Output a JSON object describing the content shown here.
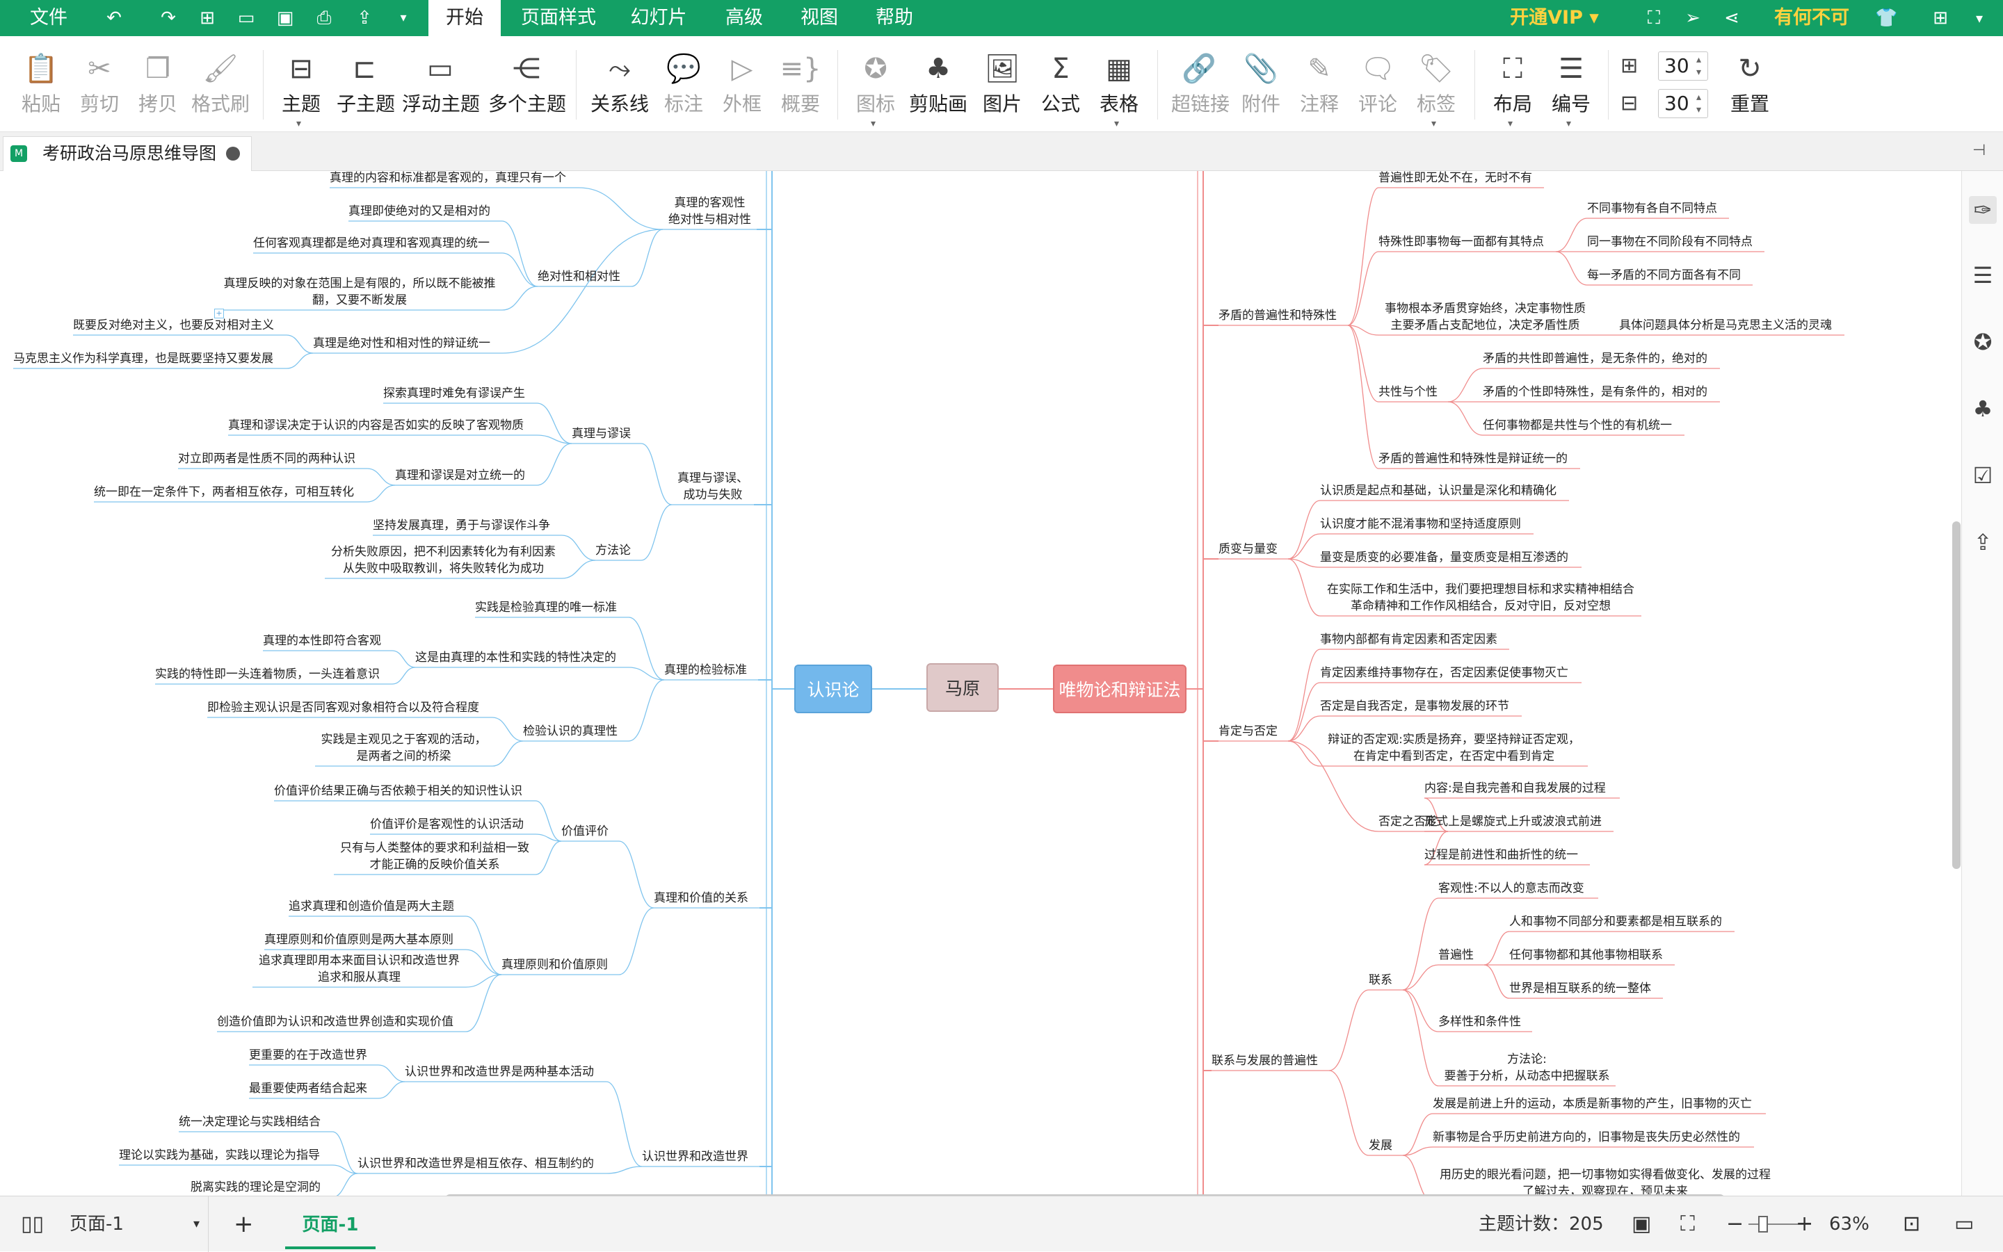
{
  "menu": {
    "file": "文件",
    "tabs": [
      "开始",
      "页面样式",
      "幻灯片",
      "高级",
      "视图",
      "帮助"
    ],
    "vip": "开通VIP",
    "user": "有何不可"
  },
  "ribbon": {
    "clipboard": [
      "粘贴",
      "剪切",
      "拷贝",
      "格式刷"
    ],
    "topics": [
      "主题",
      "子主题",
      "浮动主题",
      "多个主题"
    ],
    "relations": [
      "关系线",
      "标注",
      "外框",
      "概要"
    ],
    "inserts": [
      "图标",
      "剪贴画",
      "图片",
      "公式",
      "表格"
    ],
    "links": [
      "超链接",
      "附件",
      "注释",
      "评论",
      "标签"
    ],
    "layout": [
      "布局",
      "编号"
    ],
    "spacing_h": "30",
    "spacing_v": "30",
    "reset": "重置"
  },
  "doc_tab": {
    "title": "考研政治马原思维导图"
  },
  "map": {
    "root": "马原",
    "left_main": "认识论",
    "right_main": "唯物论和辩证法"
  },
  "left_nodes": [
    {
      "t": "真理的内容和标准都是客观的，真理只有一个"
    },
    {
      "t": "真理的客观性\n绝对性与相对性"
    },
    {
      "t": "真理即使绝对的又是相对的"
    },
    {
      "t": "任何客观真理都是绝对真理和客观真理的统一"
    },
    {
      "t": "绝对性和相对性"
    },
    {
      "t": "真理反映的对象在范围上是有限的，所以既不能被推\n翻，又要不断发展"
    },
    {
      "t": "既要反对绝对主义，也要反对相对主义"
    },
    {
      "t": "真理是绝对性和相对性的辩证统一"
    },
    {
      "t": "马克思主义作为科学真理，也是既要坚持又要发展"
    },
    {
      "t": "探索真理时难免有谬误产生"
    },
    {
      "t": "真理和谬误决定于认识的内容是否如实的反映了客观物质"
    },
    {
      "t": "真理与谬误"
    },
    {
      "t": "对立即两者是性质不同的两种认识"
    },
    {
      "t": "真理与谬误、\n成功与失败"
    },
    {
      "t": "真理和谬误是对立统一的"
    },
    {
      "t": "统一即在一定条件下，两者相互依存，可相互转化"
    },
    {
      "t": "坚持发展真理，勇于与谬误作斗争"
    },
    {
      "t": "方法论"
    },
    {
      "t": "分析失败原因，把不利因素转化为有利因素\n从失败中吸取教训，将失败转化为成功"
    },
    {
      "t": "实践是检验真理的唯一标准"
    },
    {
      "t": "真理的本性即符合客观"
    },
    {
      "t": "这是由真理的本性和实践的特性决定的"
    },
    {
      "t": "真理的检验标准"
    },
    {
      "t": "实践的特性即一头连着物质，一头连着意识"
    },
    {
      "t": "即检验主观认识是否同客观对象相符合以及符合程度"
    },
    {
      "t": "检验认识的真理性"
    },
    {
      "t": "实践是主观见之于客观的活动，\n是两者之间的桥梁"
    },
    {
      "t": "价值评价结果正确与否依赖于相关的知识性认识"
    },
    {
      "t": "价值评价是客观性的认识活动"
    },
    {
      "t": "价值评价"
    },
    {
      "t": "只有与人类整体的要求和利益相一致\n才能正确的反映价值关系"
    },
    {
      "t": "真理和价值的关系"
    },
    {
      "t": "追求真理和创造价值是两大主题"
    },
    {
      "t": "真理原则和价值原则是两大基本原则"
    },
    {
      "t": "追求真理即用本来面目认识和改造世界\n追求和服从真理"
    },
    {
      "t": "真理原则和价值原则"
    },
    {
      "t": "创造价值即为认识和改造世界创造和实现价值"
    },
    {
      "t": "更重要的在于改造世界"
    },
    {
      "t": "认识世界和改造世界是两种基本活动"
    },
    {
      "t": "最重要使两者结合起来"
    },
    {
      "t": "统一决定理论与实践相结合"
    },
    {
      "t": "理论以实践为基础，实践以理论为指导"
    },
    {
      "t": "认识世界和改造世界是相互依存、相互制约的"
    },
    {
      "t": "认识世界和改造世界"
    },
    {
      "t": "脱离实践的理论是空洞的"
    }
  ],
  "right_nodes": [
    {
      "t": "普遍性即无处不在，无时不有"
    },
    {
      "t": "不同事物有各自不同特点"
    },
    {
      "t": "特殊性即事物每一面都有其特点"
    },
    {
      "t": "同一事物在不同阶段有不同特点"
    },
    {
      "t": "每一矛盾的不同方面各有不同"
    },
    {
      "t": "矛盾的普遍性和特殊性"
    },
    {
      "t": "事物根本矛盾贯穿始终，决定事物性质\n主要矛盾占支配地位，决定矛盾性质"
    },
    {
      "t": "具体问题具体分析是马克思主义活的灵魂"
    },
    {
      "t": "矛盾的共性即普遍性，是无条件的，绝对的"
    },
    {
      "t": "共性与个性"
    },
    {
      "t": "矛盾的个性即特殊性，是有条件的，相对的"
    },
    {
      "t": "任何事物都是共性与个性的有机统一"
    },
    {
      "t": "矛盾的普遍性和特殊性是辩证统一的"
    },
    {
      "t": "认识质是起点和基础，认识量是深化和精确化"
    },
    {
      "t": "认识度才能不混淆事物和坚持适度原则"
    },
    {
      "t": "质变与量变"
    },
    {
      "t": "量变是质变的必要准备，量变质变是相互渗透的"
    },
    {
      "t": "在实际工作和生活中，我们要把理想目标和求实精神相结合\n革命精神和工作作风相结合，反对守旧，反对空想"
    },
    {
      "t": "事物内部都有肯定因素和否定因素"
    },
    {
      "t": "肯定因素维持事物存在，否定因素促使事物灭亡"
    },
    {
      "t": "否定是自我否定，是事物发展的环节"
    },
    {
      "t": "肯定与否定"
    },
    {
      "t": "辩证的否定观:实质是扬弃，要坚持辩证否定观，\n在肯定中看到否定，在否定中看到肯定"
    },
    {
      "t": "内容:是自我完善和自我发展的过程"
    },
    {
      "t": "否定之否定"
    },
    {
      "t": "形式上是螺旋式上升或波浪式前进"
    },
    {
      "t": "过程是前进性和曲折性的统一"
    },
    {
      "t": "客观性:不以人的意志而改变"
    },
    {
      "t": "人和事物不同部分和要素都是相互联系的"
    },
    {
      "t": "普遍性"
    },
    {
      "t": "任何事物都和其他事物相联系"
    },
    {
      "t": "联系"
    },
    {
      "t": "世界是相互联系的统一整体"
    },
    {
      "t": "多样性和条件性"
    },
    {
      "t": "联系与发展的普遍性"
    },
    {
      "t": "方法论:\n要善于分析，从动态中把握联系"
    },
    {
      "t": "发展是前进上升的运动，本质是新事物的产生，旧事物的灭亡"
    },
    {
      "t": "新事物是合乎历史前进方向的，旧事物是丧失历史必然性的"
    },
    {
      "t": "发展"
    },
    {
      "t": "用历史的眼光看问题，把一切事物如实得看做变化、发展的过程\n了解过去，观察现在，预见未来"
    }
  ],
  "status": {
    "page_select": "页面-1",
    "page_tab": "页面-1",
    "topic_count_label": "主题计数：",
    "topic_count": "205",
    "zoom": "63%"
  },
  "colors": {
    "brand": "#13a065",
    "vip": "#ffd23f",
    "left_line": "#7fc4ee",
    "right_line": "#f08c8c"
  }
}
